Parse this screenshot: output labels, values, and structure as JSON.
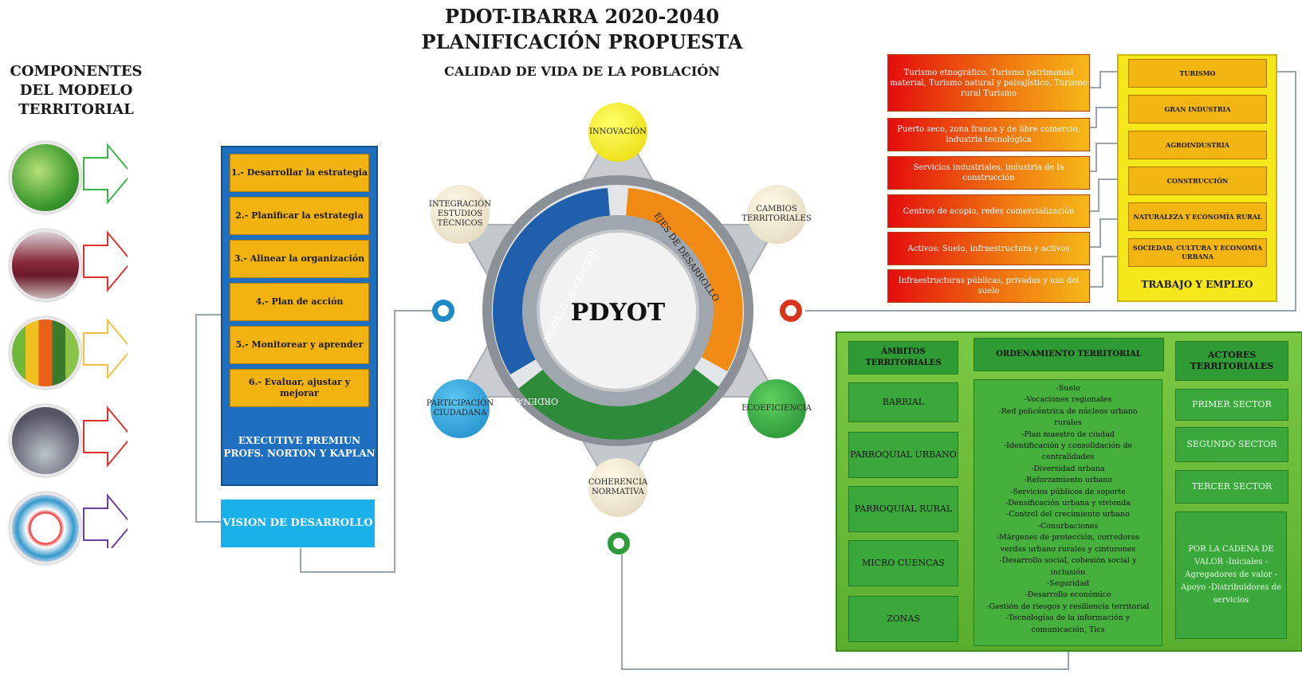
{
  "header": {
    "line1": "PDOT-IBARRA 2020-2040",
    "line2": "PLANIFICACIÓN PROPUESTA",
    "line3": "CALIDAD DE VIDA DE LA POBLACIÓN"
  },
  "components_title": "COMPONENTES DEL MODELO TERRITORIAL",
  "strategy_steps": [
    "1.- Desarrollar la estrategia",
    "2.- Planificar la estrategia",
    "3.- Alinear la organización",
    "4.- Plan de acción",
    "5.- Monitorear y aprender",
    "6.- Evaluar, ajustar y mejorar"
  ],
  "strategy_footer": "EXECUTIVE PREMIUN PROFS. NORTON Y KAPLAN",
  "vision": "VISION DE DESARROLLO",
  "center": {
    "label": "PDYOT",
    "arc_modelo": "MODELO DE GESTIÓN",
    "arc_ejes": "EJES DE DESARROLLO",
    "arc_ordenamiento": "ORDENAMIENTO TERRITORIAL"
  },
  "nodes": {
    "innovacion": "INNOVACIÓN",
    "integracion": "INTEGRACIÓN ESTUDIOS TÉCNICOS",
    "cambios": "CAMBIOS TERRITORIALES",
    "participacion": "PARTICIPACIÓN CIUDADANA",
    "ecoeficiencia": "ECOEFICIENCIA",
    "coherencia": "COHERENCIA NORMATIVA"
  },
  "economic_activities": [
    "Turismo etnográfico, Turismo patrimonial material, Turismo natural y paisajístico, Turismo rural Turismo",
    "Puerto seco, zona franca y de libre comercio, industria tecnológica",
    "Servicios industriales, industria de la construcción",
    "Centros de acopio, redes comercialización",
    "Activos: Suelo, infraestructura y activos",
    "Infraestructuras públicas, privadas y uso del suelo"
  ],
  "sectors": [
    "TURISMO",
    "GRAN INDUSTRIA",
    "AGROINDUSTRIA",
    "CONSTRUCCIÓN",
    "NATURALEZA Y ECONOMÍA RURAL",
    "SOCIEDAD, CULTURA Y ECONOMÍA URBANA"
  ],
  "sectors_footer": "TRABAJO Y EMPLEO",
  "territorial": {
    "ambitos_header": "ÁMBITOS TERRITORIALES",
    "ambitos": [
      "BARRIAL",
      "PARROQUIAL URBANO",
      "PARROQUIAL RURAL",
      "MICRO CUENCAS",
      "ZONAS"
    ],
    "ordenamiento_header": "ORDENAMIENTO TERRITORIAL",
    "ordenamiento_items": [
      "-Suelo",
      "-Vocaciones regionales",
      "-Red policéntrica de núcleos urbano",
      "rurales",
      "-Plan maestro de ciudad",
      "-Identificación y consolidación de",
      "centralidades",
      "-Diversidad urbana",
      "-Reforzamiento urbano",
      "-Servicios públicos de soporte",
      "-Densificación urbana y vivienda",
      "-Control del crecimiento urbano",
      "-Conurbaciones",
      "-Márgenes de protección, corredores",
      "verdes urbano rurales y cinturones",
      "-Desarrollo social, cohesión social y",
      "inclusión",
      "-Seguridad",
      "-Desarrollo económico",
      "-Gestión de riesgos y resiliencia territorial",
      "-Tecnologías de la información y",
      "comunicación, Tics"
    ],
    "actores_header": "ACTORES TERRITORIALES",
    "actores": [
      "PRIMER SECTOR",
      "SEGUNDO SECTOR",
      "TERCER SECTOR"
    ],
    "cadena": "POR LA CADENA DE VALOR -Iniciales -Agregadores de valor -Apoyo -Distribuidores de servicios"
  },
  "colors": {
    "orange": "#f2b20f",
    "blue": "#1e6fbf",
    "green": "#3aa83a",
    "red": "#e40d0d",
    "yellow": "#f6e71b"
  }
}
